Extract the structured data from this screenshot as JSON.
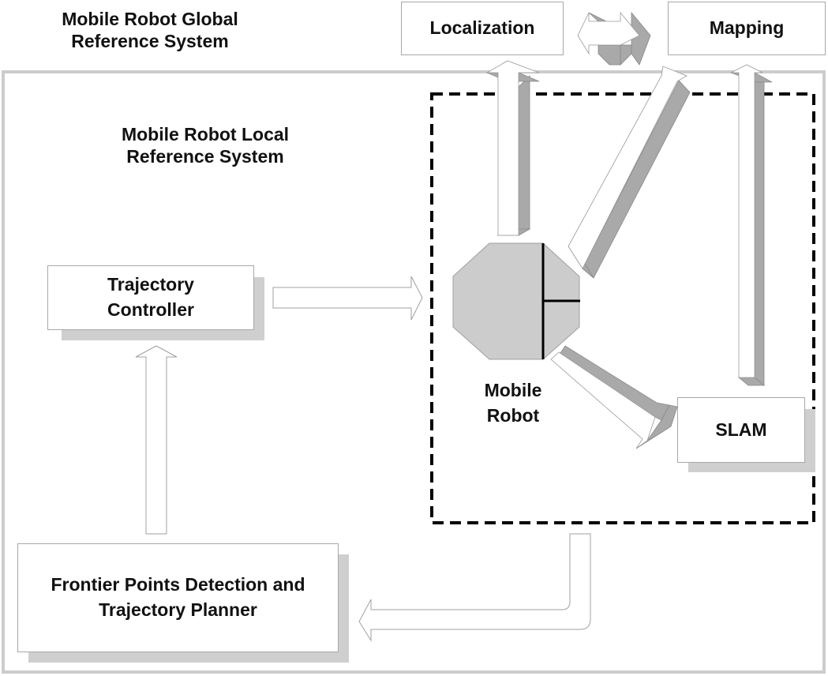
{
  "diagram": {
    "title_global": [
      "Mobile Robot Global",
      "Reference System"
    ],
    "title_local": [
      "Mobile Robot Local",
      "Reference System"
    ],
    "nodes": {
      "localization": "Localization",
      "mapping": "Mapping",
      "trajectory_controller": [
        "Trajectory",
        "Controller"
      ],
      "mobile_robot": [
        "Mobile",
        "Robot"
      ],
      "slam": "SLAM",
      "frontier_planner": [
        "Frontier Points Detection and",
        "Trajectory Planner"
      ]
    },
    "edges": [
      {
        "from": "Mobile Robot",
        "to": "Localization",
        "style": "3d-arrow"
      },
      {
        "from": "Mobile Robot",
        "to": "Mapping",
        "style": "3d-arrow"
      },
      {
        "from": "SLAM",
        "to": "Mapping",
        "style": "3d-arrow"
      },
      {
        "from": "Mobile Robot",
        "to": "SLAM",
        "style": "3d-arrow"
      },
      {
        "from": "Localization",
        "to": "Mapping",
        "style": "3d-double-arrow"
      },
      {
        "from": "Trajectory Controller",
        "to": "Mobile Robot",
        "style": "outline-arrow"
      },
      {
        "from": "Frontier Points Detection and Trajectory Planner",
        "to": "Trajectory Controller",
        "style": "outline-arrow"
      },
      {
        "from": "Mobile Robot Local Reference System",
        "to": "Frontier Points Detection and Trajectory Planner",
        "style": "outline-bent-arrow"
      }
    ],
    "colors": {
      "outer_frame": "#cccccc",
      "dashed_frame": "#000000",
      "robot_fill": "#cccccc",
      "arrow_side": "#a9a9a9",
      "shadow": "#cfcfcf"
    }
  }
}
